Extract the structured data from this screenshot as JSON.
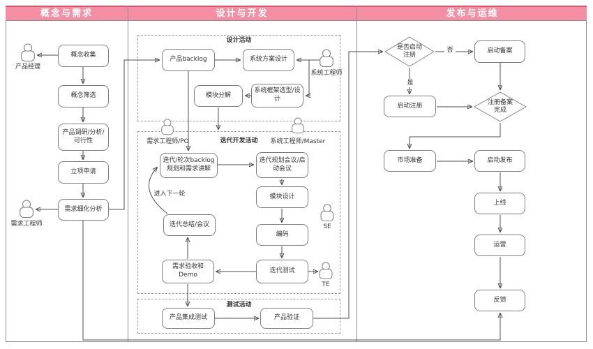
{
  "lanes": [
    {
      "title": "概念与需求"
    },
    {
      "title": "设计与开发"
    },
    {
      "title": "发布与运维"
    }
  ],
  "groups": {
    "design": "设计活动",
    "iteration": "迭代开发活动",
    "test": "测试活动"
  },
  "actors": {
    "product_manager": "产品经理",
    "req_engineer": "需求工程师",
    "sys_engineer": "系统工程师",
    "req_engineer_po": "需求工程师/PO",
    "sys_engineer_master": "系统工程师/Master",
    "se": "SE",
    "te": "TE"
  },
  "nodes": {
    "concept_collect": "概念收集",
    "concept_filter": "概念筛选",
    "research": "产品调研/分析/\n可行性",
    "project_apply": "立项申请",
    "req_refine": "需求细化分析",
    "product_backlog": "产品backlog",
    "sys_design": "系统方案设计",
    "module_split": "模块分解",
    "framework": "系统框架选型/设\n计",
    "iter_backlog": "迭代/轮次backlog\n规划和需求讲解",
    "iter_meeting": "迭代规划会议/启\n动会议",
    "module_design": "模块设计",
    "coding": "编码",
    "iter_summary": "迭代总结/会议",
    "acceptance": "需求验收和\nDemo",
    "iter_test": "迭代测试",
    "integration_test": "产品集成测试",
    "verification": "产品验证",
    "decision_register": "是否启动\n注册",
    "record_filing": "启动备案",
    "start_register": "启动注册",
    "decision_done": "注册备案\n完成",
    "market_prep": "市场准备",
    "launch_release": "启动发布",
    "go_live": "上线",
    "operation": "运营",
    "feedback": "反馈"
  },
  "edge_labels": {
    "no": "否",
    "yes": "是",
    "next_round": "进入下一轮"
  },
  "colors": {
    "lane_header_bg": "#F48FA3",
    "lane_header_top_border": "#DD5570",
    "lane_header_text": "#FFFFFF",
    "border_gray": "#8C8C8C",
    "node_border": "#7D7D7D",
    "arrow": "#4D4D4D",
    "text": "#333333"
  }
}
